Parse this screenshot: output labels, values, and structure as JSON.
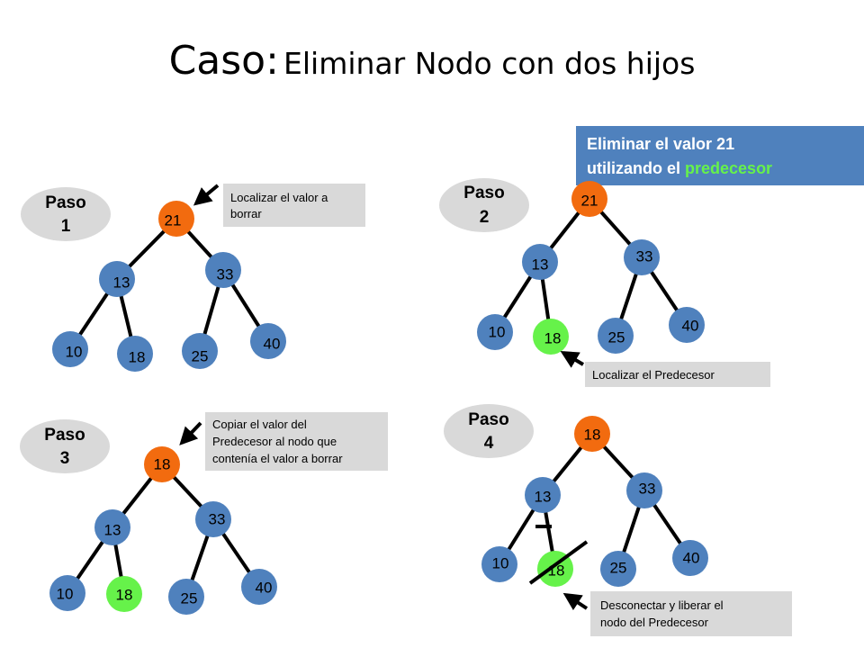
{
  "title": {
    "main": "Caso:",
    "sub": "Eliminar Nodo con dos hijos"
  },
  "banner": {
    "line1": "Eliminar el valor 21",
    "line2_prefix": "utilizando el ",
    "line2_highlight": "predecesor"
  },
  "colors": {
    "node_blue": "#4F81BD",
    "node_orange": "#F26B0F",
    "node_green": "#66F24A",
    "step_bg": "#D9D9D9",
    "note_bg": "#D9D9D9",
    "banner_bg": "#4F81BD",
    "banner_text": "#FFFFFF",
    "banner_highlight": "#66F24A",
    "line": "#000000"
  },
  "panels": [
    {
      "step": [
        "Paso",
        "1"
      ],
      "note": [
        "Localizar el valor a",
        "borrar"
      ],
      "nodes": [
        {
          "id": "root",
          "label": "21",
          "color": "orange"
        },
        {
          "id": "left",
          "label": "13",
          "color": "blue"
        },
        {
          "id": "right",
          "label": "33",
          "color": "blue"
        },
        {
          "id": "ll",
          "label": "10",
          "color": "blue"
        },
        {
          "id": "lr",
          "label": "18",
          "color": "blue"
        },
        {
          "id": "rl",
          "label": "25",
          "color": "blue"
        },
        {
          "id": "rr",
          "label": "40",
          "color": "blue"
        }
      ]
    },
    {
      "step": [
        "Paso",
        "2"
      ],
      "note": [
        "Localizar el Predecesor"
      ],
      "nodes": [
        {
          "id": "root",
          "label": "21",
          "color": "orange"
        },
        {
          "id": "left",
          "label": "13",
          "color": "blue"
        },
        {
          "id": "right",
          "label": "33",
          "color": "blue"
        },
        {
          "id": "ll",
          "label": "10",
          "color": "blue"
        },
        {
          "id": "lr",
          "label": "18",
          "color": "green"
        },
        {
          "id": "rl",
          "label": "25",
          "color": "blue"
        },
        {
          "id": "rr",
          "label": "40",
          "color": "blue"
        }
      ]
    },
    {
      "step": [
        "Paso",
        "3"
      ],
      "note": [
        "Copiar el valor del",
        "Predecesor al nodo que",
        "contenía el valor a borrar"
      ],
      "nodes": [
        {
          "id": "root",
          "label": "18",
          "color": "orange"
        },
        {
          "id": "left",
          "label": "13",
          "color": "blue"
        },
        {
          "id": "right",
          "label": "33",
          "color": "blue"
        },
        {
          "id": "ll",
          "label": "10",
          "color": "blue"
        },
        {
          "id": "lr",
          "label": "18",
          "color": "green"
        },
        {
          "id": "rl",
          "label": "25",
          "color": "blue"
        },
        {
          "id": "rr",
          "label": "40",
          "color": "blue"
        }
      ]
    },
    {
      "step": [
        "Paso",
        "4"
      ],
      "note": [
        "Desconectar y liberar el",
        "nodo del Predecesor"
      ],
      "nodes": [
        {
          "id": "root",
          "label": "18",
          "color": "orange"
        },
        {
          "id": "left",
          "label": "13",
          "color": "blue"
        },
        {
          "id": "right",
          "label": "33",
          "color": "blue"
        },
        {
          "id": "ll",
          "label": "10",
          "color": "blue"
        },
        {
          "id": "lr",
          "label": "18",
          "color": "green"
        },
        {
          "id": "rl",
          "label": "25",
          "color": "blue"
        },
        {
          "id": "rr",
          "label": "40",
          "color": "blue"
        }
      ]
    }
  ]
}
